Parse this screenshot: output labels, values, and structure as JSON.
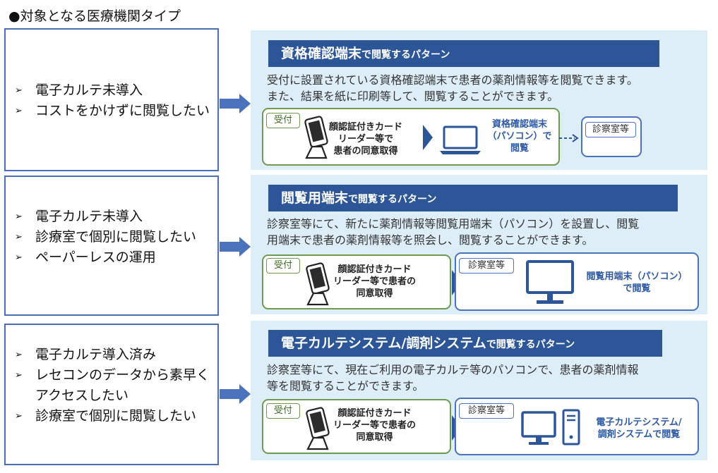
{
  "heading": "●対象となる医療機関タイプ",
  "rows": [
    {
      "left_items": [
        "電子カルテ未導入",
        "コストをかけずに閲覧したい"
      ],
      "title_big": "資格確認端末",
      "title_small": "で閲覧するパターン",
      "desc": [
        "受付に設置されている資格確認端末で患者の薬剤情報等を閲覧できます。",
        "また、結果を紙に印刷等して、閲覧することができます。"
      ],
      "reception_tag": "受付",
      "card_text": [
        "顔認証付きカード",
        "リーダー等で",
        "患者の同意取得"
      ],
      "terminal_text": [
        "資格確認端末",
        "（パソコン）で",
        "閲覧"
      ],
      "exam_tag": "診察室等"
    },
    {
      "left_items": [
        "電子カルテ未導入",
        "診療室で個別に閲覧したい",
        "ペーパーレスの運用"
      ],
      "title_big": "閲覧用端末",
      "title_small": "で閲覧するパターン",
      "desc": [
        "診察室等にて、新たに薬剤情報等閲覧用端末（パソコン）を設置し、閲覧",
        "用端末で患者の薬剤情報等を照会し、閲覧することができます。"
      ],
      "reception_tag": "受付",
      "card_text": [
        "顔認証付きカード",
        "リーダー等で患者の",
        "同意取得"
      ],
      "exam_tag": "診察室等",
      "terminal_text": [
        "閲覧用端末（パソコン）",
        "で閲覧"
      ]
    },
    {
      "left_items": [
        "電子カルテ導入済み",
        "レセコンのデータから素早くアクセスしたい",
        "診療室で個別に閲覧したい"
      ],
      "title_big": "電子カルテシステム/調剤システム",
      "title_small": "で閲覧するパターン",
      "desc": [
        "診察室等にて、現在ご利用の電子カルテ等のパソコンで、患者の薬剤情報",
        "等を閲覧することができます。"
      ],
      "reception_tag": "受付",
      "card_text": [
        "顔認証付きカード",
        "リーダー等で患者の",
        "同意取得"
      ],
      "exam_tag": "診察室等",
      "terminal_text": [
        "電子カルテシステム/",
        "調剤システムで閲覧"
      ]
    }
  ],
  "colors": {
    "navy": "#2c5697",
    "panel_bg": "#deeef8",
    "green_border": "#6f9a52",
    "blue_border": "#4a72bd",
    "arrow": "#4a72bd",
    "blue_text": "#2f5aa6"
  }
}
